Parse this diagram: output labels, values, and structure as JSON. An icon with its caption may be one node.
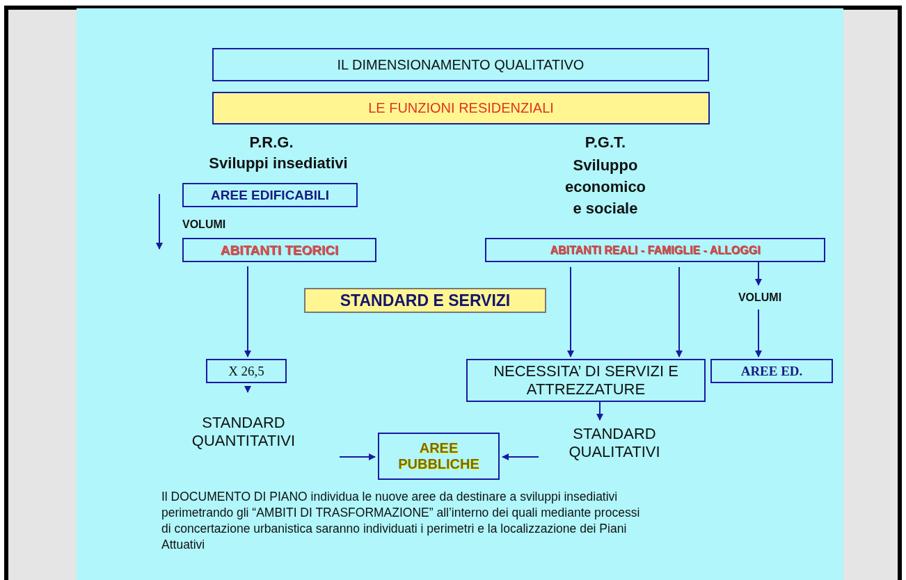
{
  "diagram": {
    "nodes": [
      {
        "text": [
          "IL DIMENSIONAMENTO QUALITATIVO"
        ]
      },
      {
        "text": [
          "LE FUNZIONI RESIDENZIALI"
        ]
      },
      {
        "text": [
          "AREE EDIFICABILI"
        ]
      },
      {
        "text": [
          "ABITANTI TEORICI"
        ]
      },
      {
        "text": [
          "X 26,5"
        ]
      },
      {
        "text": [
          "STANDARD QUANTITATIVI"
        ]
      },
      {
        "text": [
          "AREE PUBBLICHE"
        ]
      },
      {
        "text": [
          "STANDARD E SERVIZI"
        ]
      },
      {
        "text": [
          "ABITANTI REALI - FAMIGLIE - ALLOGGI"
        ]
      },
      {
        "text": [
          "VOLUMI"
        ]
      },
      {
        "text": [
          "NECESSITA’ DI SERVIZI E ATTREZZATURE"
        ]
      },
      {
        "text": [
          "AREE ED."
        ]
      },
      {
        "text": [
          "STANDARD QUALITATIVI"
        ]
      }
    ],
    "edges": [
      {
        "from": 3,
        "to": 4,
        "arrow": "to"
      },
      {
        "from": 4,
        "to": 5,
        "arrow": "to"
      },
      {
        "from": 5,
        "to": 6,
        "arrow": "to"
      },
      {
        "from": 12,
        "to": 6,
        "arrow": "to"
      },
      {
        "from": 8,
        "to": 10,
        "arrow": "to"
      },
      {
        "from": 8,
        "to": 10,
        "arrow": "to"
      },
      {
        "from": 8,
        "to": 9,
        "arrow": "to"
      },
      {
        "from": 9,
        "to": 11,
        "arrow": "to"
      },
      {
        "from": 10,
        "to": 12,
        "arrow": "to"
      }
    ],
    "labels": [
      "P.R.G.",
      "Sviluppi insediativi",
      "P.G.T.",
      "Sviluppo economico e sociale",
      "VOLUMI",
      "Il DOCUMENTO DI PIANO individua le nuove aree da destinare a sviluppi insediativi perimetrando gli “AMBITI DI TRASFORMAZIONE” all’interno dei quali mediante processi di concertazione urbanistica saranno individuati i perimetri e la localizzazione dei Piani Attuativi"
    ]
  }
}
